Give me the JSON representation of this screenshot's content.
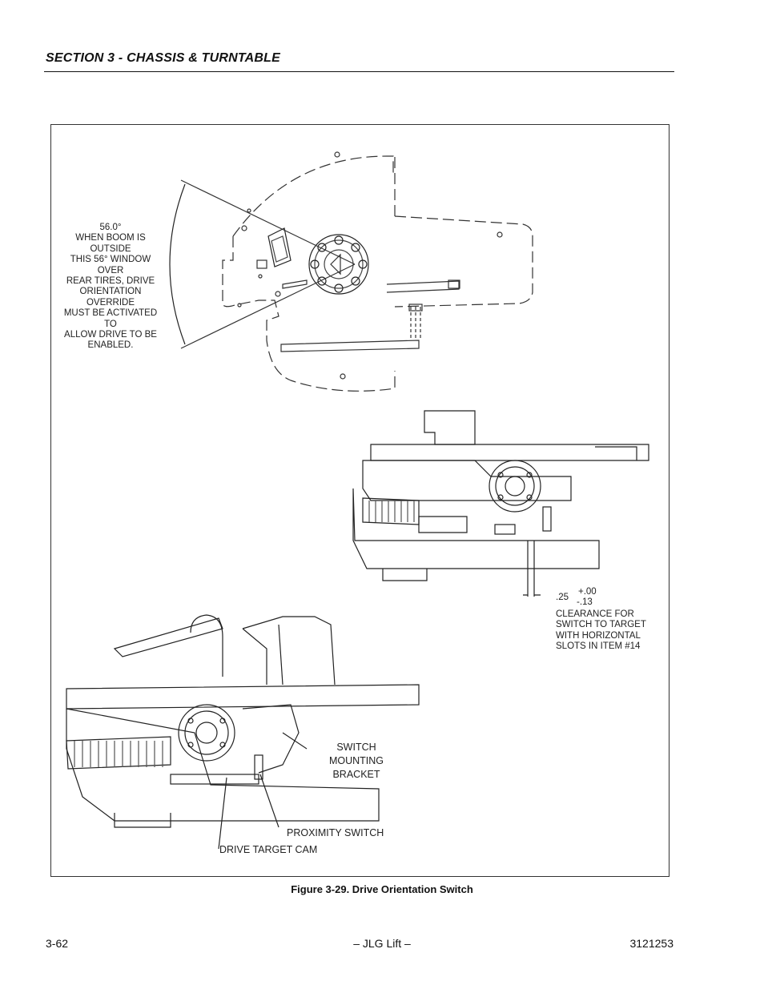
{
  "header": {
    "section_title": "SECTION 3 - CHASSIS & TURNTABLE"
  },
  "figure": {
    "caption": "Figure 3-29.  Drive Orientation Switch",
    "callouts": {
      "angle_note": [
        "56.0°",
        "WHEN BOOM IS OUTSIDE",
        "THIS 56° WINDOW OVER",
        "REAR TIRES, DRIVE",
        "ORIENTATION OVERRIDE",
        "MUST BE ACTIVATED TO",
        "ALLOW DRIVE TO BE",
        "ENABLED."
      ],
      "dimension_value": ".25",
      "tolerance_plus": "+.00",
      "tolerance_minus": "-.13",
      "clearance_note": [
        "CLEARANCE FOR",
        "SWITCH TO TARGET",
        "WITH HORIZONTAL",
        "SLOTS IN ITEM #14"
      ],
      "switch_bracket": [
        "SWITCH MOUNTING",
        "BRACKET"
      ],
      "proximity_switch": "PROXIMITY SWITCH",
      "drive_target_cam": "DRIVE TARGET CAM"
    }
  },
  "footer": {
    "page_number": "3-62",
    "center_text": "– JLG Lift –",
    "doc_number": "3121253"
  }
}
